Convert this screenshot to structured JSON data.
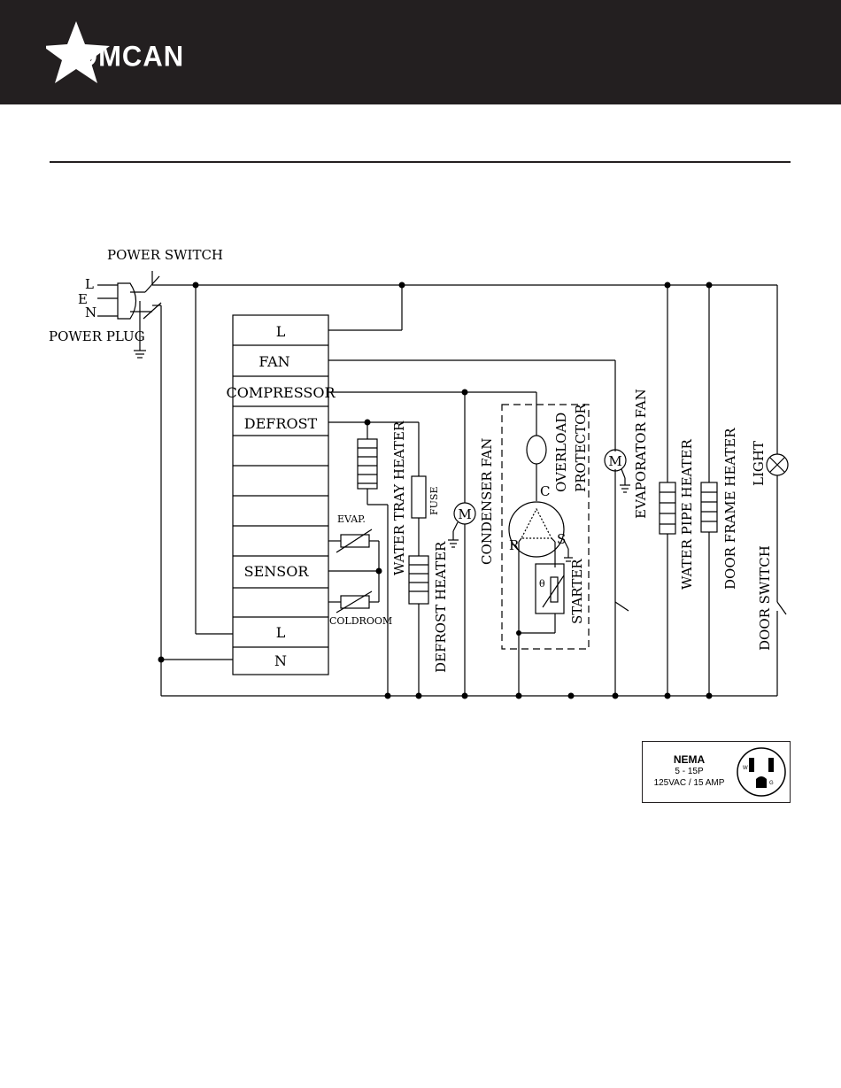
{
  "brand": {
    "name": "OMCAN"
  },
  "diagram": {
    "power_switch": "POWER SWITCH",
    "power_plug": "POWER PLUG",
    "plug_pins": {
      "l": "L",
      "e": "E",
      "n": "N"
    },
    "terminals": [
      "L",
      "FAN",
      "COMPRESSOR",
      "DEFROST",
      "",
      "",
      "",
      "",
      "SENSOR",
      "",
      "L",
      "N"
    ],
    "evap": "EVAP.",
    "coldroom": "COLDROOM",
    "water_tray_heater": "WATER TRAY HEATER",
    "fuse": "FUSE",
    "defrost_heater": "DEFROST HEATER",
    "condenser_fan": "CONDENSER FAN",
    "overload_protector_1": "OVERLOAD",
    "overload_protector_2": "PROTECTOR",
    "starter": "STARTER",
    "evaporator_fan": "EVAPORATOR FAN",
    "water_pipe_heater": "WATER PIPE HEATER",
    "door_frame_heater": "DOOR FRAME HEATER",
    "light": "LIGHT",
    "door_switch": "DOOR SWITCH",
    "motor_symbol": "M",
    "compressor_terminals": {
      "c": "C",
      "r": "R",
      "s": "S"
    },
    "theta": "θ"
  },
  "nema": {
    "title": "NEMA",
    "model": "5 - 15P",
    "rating": "125VAC / 15 AMP",
    "pin_w": "W",
    "pin_g": "G"
  }
}
